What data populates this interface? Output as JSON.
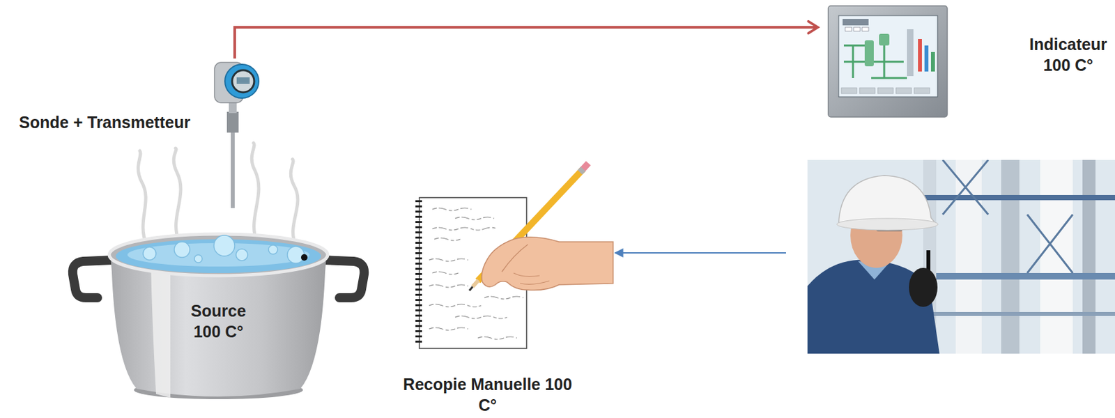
{
  "diagram": {
    "nodes": [
      {
        "text": [
          "Sonde + Transmetteur"
        ]
      },
      {
        "text": [
          "Indicateur 100 C°"
        ]
      },
      {
        "text": [
          "Source 100 C°"
        ]
      },
      {
        "text": [
          "Recopie Manuelle 100 C°"
        ]
      }
    ],
    "edges": [
      {
        "from": 0,
        "to": 1,
        "arrow": "to"
      }
    ]
  }
}
